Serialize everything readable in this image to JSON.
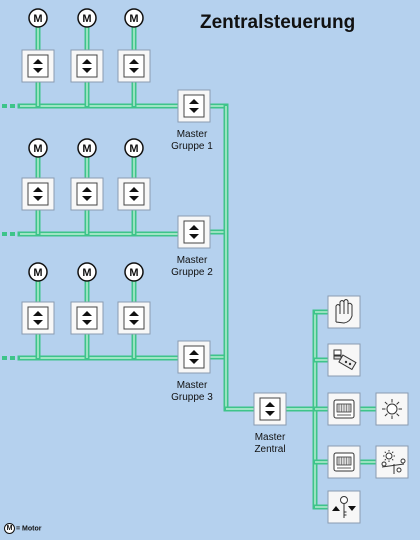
{
  "title": "Zentralsteuerung",
  "motor_symbol": "M",
  "groups": [
    {
      "line1": "Master",
      "line2": "Gruppe 1"
    },
    {
      "line1": "Master",
      "line2": "Gruppe 2"
    },
    {
      "line1": "Master",
      "line2": "Gruppe 3"
    }
  ],
  "central": {
    "line1": "Master",
    "line2": "Zentral"
  },
  "legend": {
    "symbol": "M",
    "text": "= Motor"
  },
  "sensors": [
    "hand-icon",
    "remote-control-icon",
    "sun-sensor-icon",
    "sun-wind-sensor-icon",
    "key-switch-icon"
  ],
  "colors": {
    "background": "#b5d1ee",
    "wire": "#3ec48a",
    "wire_light": "#bff0d8",
    "panel": "#f7f7f7"
  }
}
